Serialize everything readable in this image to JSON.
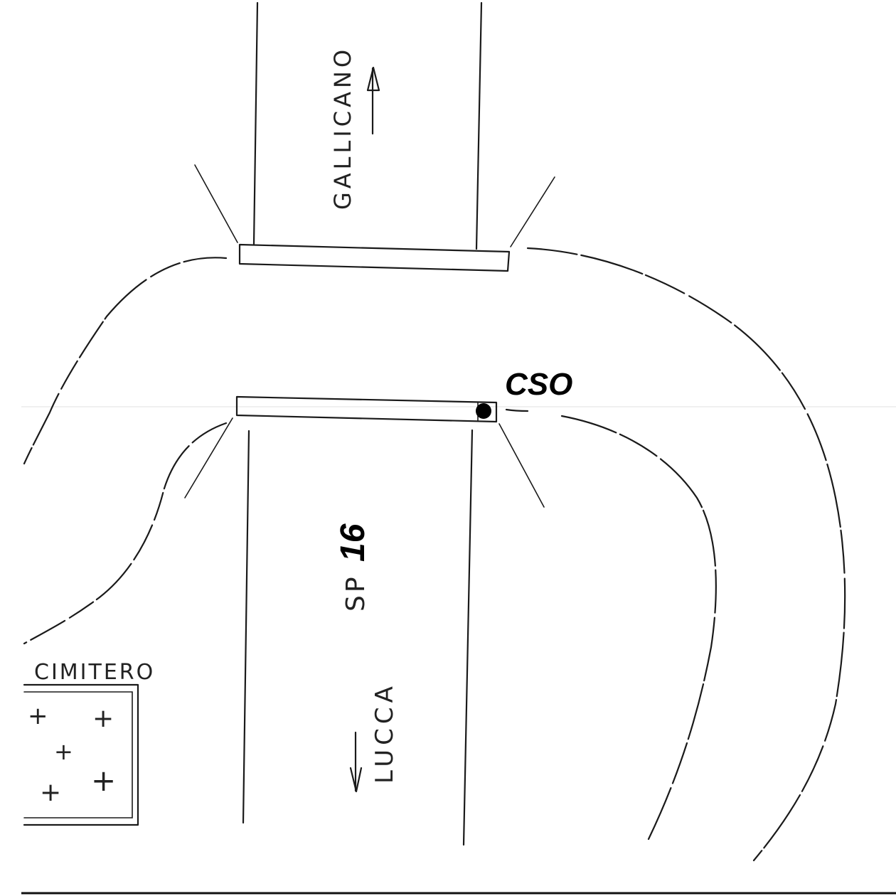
{
  "labels": {
    "north_road": "GALLICANO",
    "south_road_prefix": "SP",
    "south_road_number": "16",
    "south_direction": "LUCCA",
    "cemetery": "CIMITERO",
    "site_marker": "CSO"
  },
  "cemetery_symbols": [
    "+",
    "+",
    "+",
    "+",
    "+"
  ],
  "colors": {
    "ink": "#1a1a1a",
    "marker": "#000000",
    "paper": "#ffffff"
  }
}
